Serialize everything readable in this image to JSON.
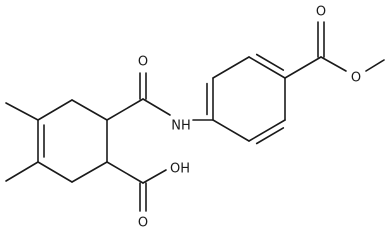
{
  "molecule": {
    "atoms": {
      "o_ester_carbonyl": "O",
      "o_ester_single": "O",
      "nh": "NH",
      "o_amide": "O",
      "oh": "OH",
      "o_acid": "O"
    }
  }
}
